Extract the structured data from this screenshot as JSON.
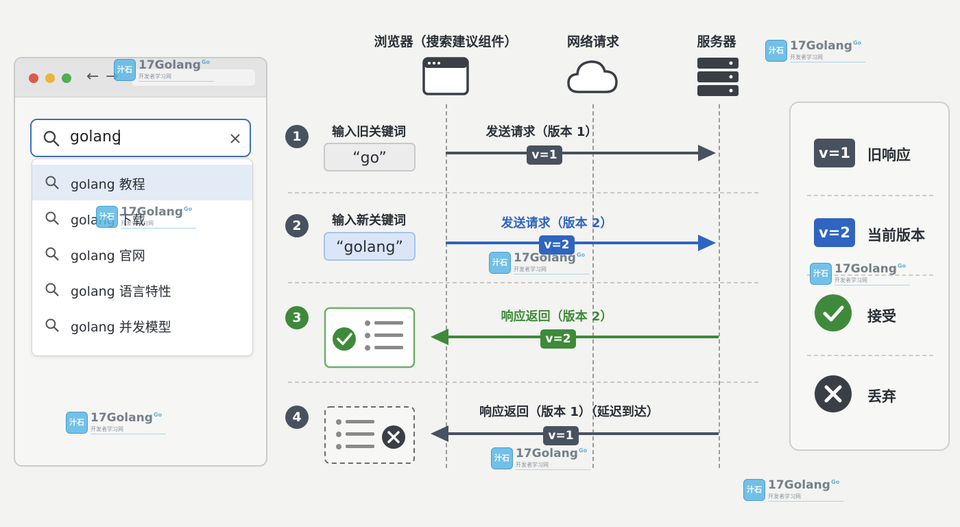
{
  "browser": {
    "search_query": "golang",
    "suggestions": [
      "golang 教程",
      "golang 下载",
      "golang 官网",
      "golang 语言特性",
      "golang 并发模型"
    ]
  },
  "columns": {
    "browser": "浏览器（搜索建议组件）",
    "network": "网络请求",
    "server": "服务器"
  },
  "steps": [
    {
      "num": "1",
      "label": "输入旧关键词",
      "keyword": "“go”",
      "arrow_label": "发送请求（版本 1）",
      "tag": "v=1"
    },
    {
      "num": "2",
      "label": "输入新关键词",
      "keyword": "“golang”",
      "arrow_label": "发送请求（版本 2）",
      "tag": "v=2"
    },
    {
      "num": "3",
      "arrow_label": "响应返回（版本 2）",
      "tag": "v=2"
    },
    {
      "num": "4",
      "arrow_label": "响应返回（版本 1）（延迟到达）",
      "tag": "v=1"
    }
  ],
  "legend": {
    "old_tag": "v=1",
    "old_label": "旧响应",
    "cur_tag": "v=2",
    "cur_label": "当前版本",
    "accept_label": "接受",
    "discard_label": "丢弃"
  },
  "watermark": {
    "logo_text": "汁石",
    "name": "17Golang",
    "sub": "开发者学习网",
    "go": "Go"
  },
  "colors": {
    "dark": "#48525e",
    "blue": "#2f64c0",
    "green": "#3e8a3a"
  }
}
